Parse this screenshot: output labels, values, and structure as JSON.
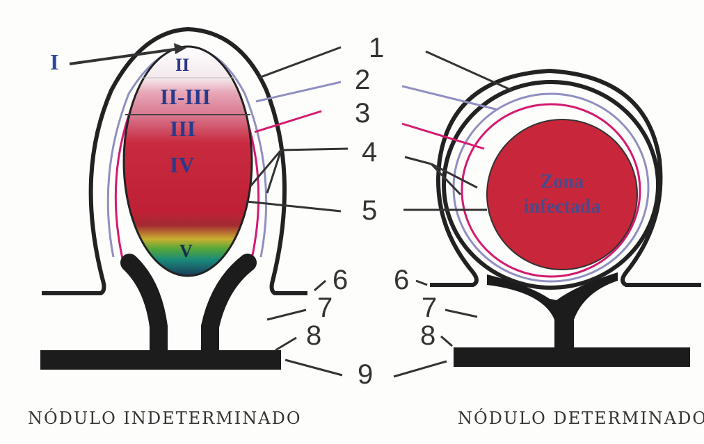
{
  "diagram": {
    "roman_labels": {
      "I": "I",
      "II": "II",
      "II_III": "II-III",
      "III": "III",
      "IV": "IV",
      "V": "V"
    },
    "numbers": {
      "n1": "1",
      "n2": "2",
      "n3": "3",
      "n4": "4",
      "n5": "5",
      "n6_left": "6",
      "n6_right": "6",
      "n7_left": "7",
      "n7_right": "7",
      "n8_left": "8",
      "n8_right": "8",
      "n9": "9"
    },
    "infected_zone": {
      "line1": "Zona",
      "line2": "infectada"
    },
    "captions": {
      "left": "NÓDULO INDETERMINADO",
      "right": "NÓDULO DETERMINADO"
    },
    "colors": {
      "infected_red": "#c8263a",
      "pink_line": "#d41a6e",
      "lavender_line": "#8f8fc2",
      "outline": "#222222"
    }
  }
}
